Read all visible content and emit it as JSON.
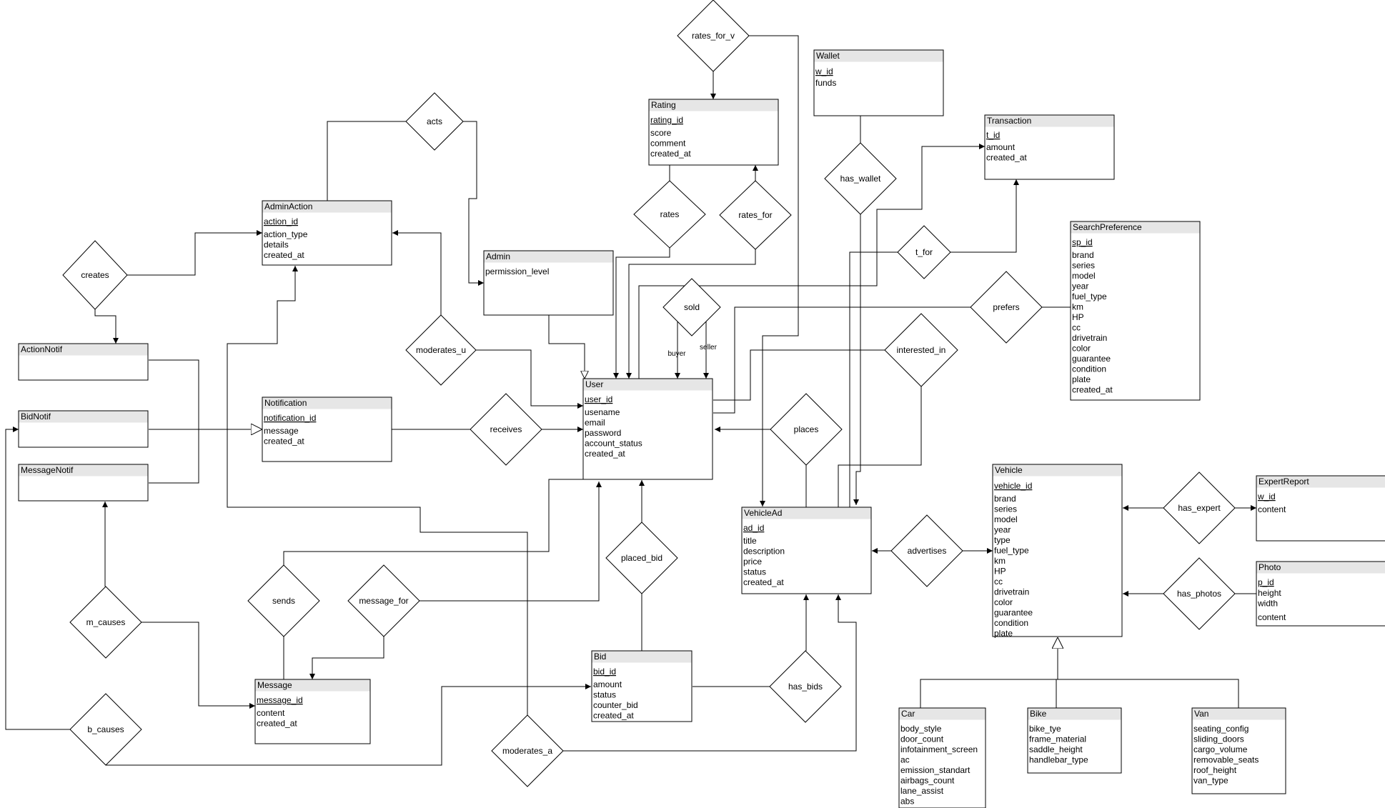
{
  "entities": {
    "Wallet": {
      "title": "Wallet",
      "pk": "w_id",
      "attrs": [
        "funds"
      ]
    },
    "Rating": {
      "title": "Rating",
      "pk": "rating_id",
      "attrs": [
        "score",
        "comment",
        "created_at"
      ]
    },
    "Transaction": {
      "title": "Transaction",
      "pk": "t_id",
      "attrs": [
        "amount",
        "created_at"
      ]
    },
    "AdminAction": {
      "title": "AdminAction",
      "pk": "action_id",
      "attrs": [
        "action_type",
        "details",
        "created_at"
      ]
    },
    "Admin": {
      "title": "Admin",
      "pk": "",
      "attrs": [
        "permission_level"
      ]
    },
    "SearchPreference": {
      "title": "SearchPreference",
      "pk": "sp_id",
      "attrs": [
        "brand",
        "series",
        "model",
        "year",
        "fuel_type",
        "km",
        "HP",
        "cc",
        "drivetrain",
        "color",
        "guarantee",
        "condition",
        "plate",
        "created_at"
      ]
    },
    "ActionNotif": {
      "title": "ActionNotif",
      "pk": "",
      "attrs": []
    },
    "BidNotif": {
      "title": "BidNotif",
      "pk": "",
      "attrs": []
    },
    "MessageNotif": {
      "title": "MessageNotif",
      "pk": "",
      "attrs": []
    },
    "Notification": {
      "title": "Notification",
      "pk": "notification_id",
      "attrs": [
        "message",
        "created_at"
      ]
    },
    "User": {
      "title": "User",
      "pk": "user_id",
      "attrs": [
        "usename",
        "email",
        "password",
        "account_status",
        "created_at"
      ]
    },
    "Vehicle": {
      "title": "Vehicle",
      "pk": "vehicle_id",
      "attrs": [
        "brand",
        "series",
        "model",
        "year",
        "type",
        "fuel_type",
        "km",
        "HP",
        "cc",
        "drivetrain",
        "color",
        "guarantee",
        "condition",
        "plate"
      ]
    },
    "ExpertReport": {
      "title": "ExpertReport",
      "pk": "w_id",
      "attrs": [
        "content"
      ]
    },
    "VehicleAd": {
      "title": "VehicleAd",
      "pk": "ad_id",
      "attrs": [
        "title",
        "description",
        "price",
        "status",
        "created_at"
      ]
    },
    "Photo": {
      "title": "Photo",
      "pk": "p_id",
      "attrs": [
        "height",
        "width",
        "content"
      ]
    },
    "Bid": {
      "title": "Bid",
      "pk": "bid_id",
      "attrs": [
        "amount",
        "status",
        "counter_bid",
        "created_at"
      ]
    },
    "Message": {
      "title": "Message",
      "pk": "message_id",
      "attrs": [
        "content",
        "created_at"
      ]
    },
    "Car": {
      "title": "Car",
      "pk": "",
      "attrs": [
        "body_style",
        "door_count",
        "infotainment_screen",
        "ac",
        "emission_standart",
        "airbags_count",
        "lane_assist",
        "abs"
      ]
    },
    "Bike": {
      "title": "Bike",
      "pk": "",
      "attrs": [
        "bike_tye",
        "frame_material",
        "saddle_height",
        "handlebar_type"
      ]
    },
    "Van": {
      "title": "Van",
      "pk": "",
      "attrs": [
        "seating_config",
        "sliding_doors",
        "cargo_volume",
        "removable_seats",
        "roof_height",
        "van_type"
      ]
    }
  },
  "relationships": {
    "rates_for_v": "rates_for_v",
    "acts": "acts",
    "has_wallet": "has_wallet",
    "rates": "rates",
    "rates_for": "rates_for",
    "t_for": "t_for",
    "creates": "creates",
    "sold": "sold",
    "prefers": "prefers",
    "moderates_u": "moderates_u",
    "interested_in": "interested_in",
    "receives": "receives",
    "places": "places",
    "has_expert": "has_expert",
    "placed_bid": "placed_bid",
    "advertises": "advertises",
    "sends": "sends",
    "message_for": "message_for",
    "m_causes": "m_causes",
    "has_photos": "has_photos",
    "has_bids": "has_bids",
    "b_causes": "b_causes",
    "moderates_a": "moderates_a"
  },
  "edge_labels": {
    "buyer": "buyer",
    "seller": "seller"
  }
}
